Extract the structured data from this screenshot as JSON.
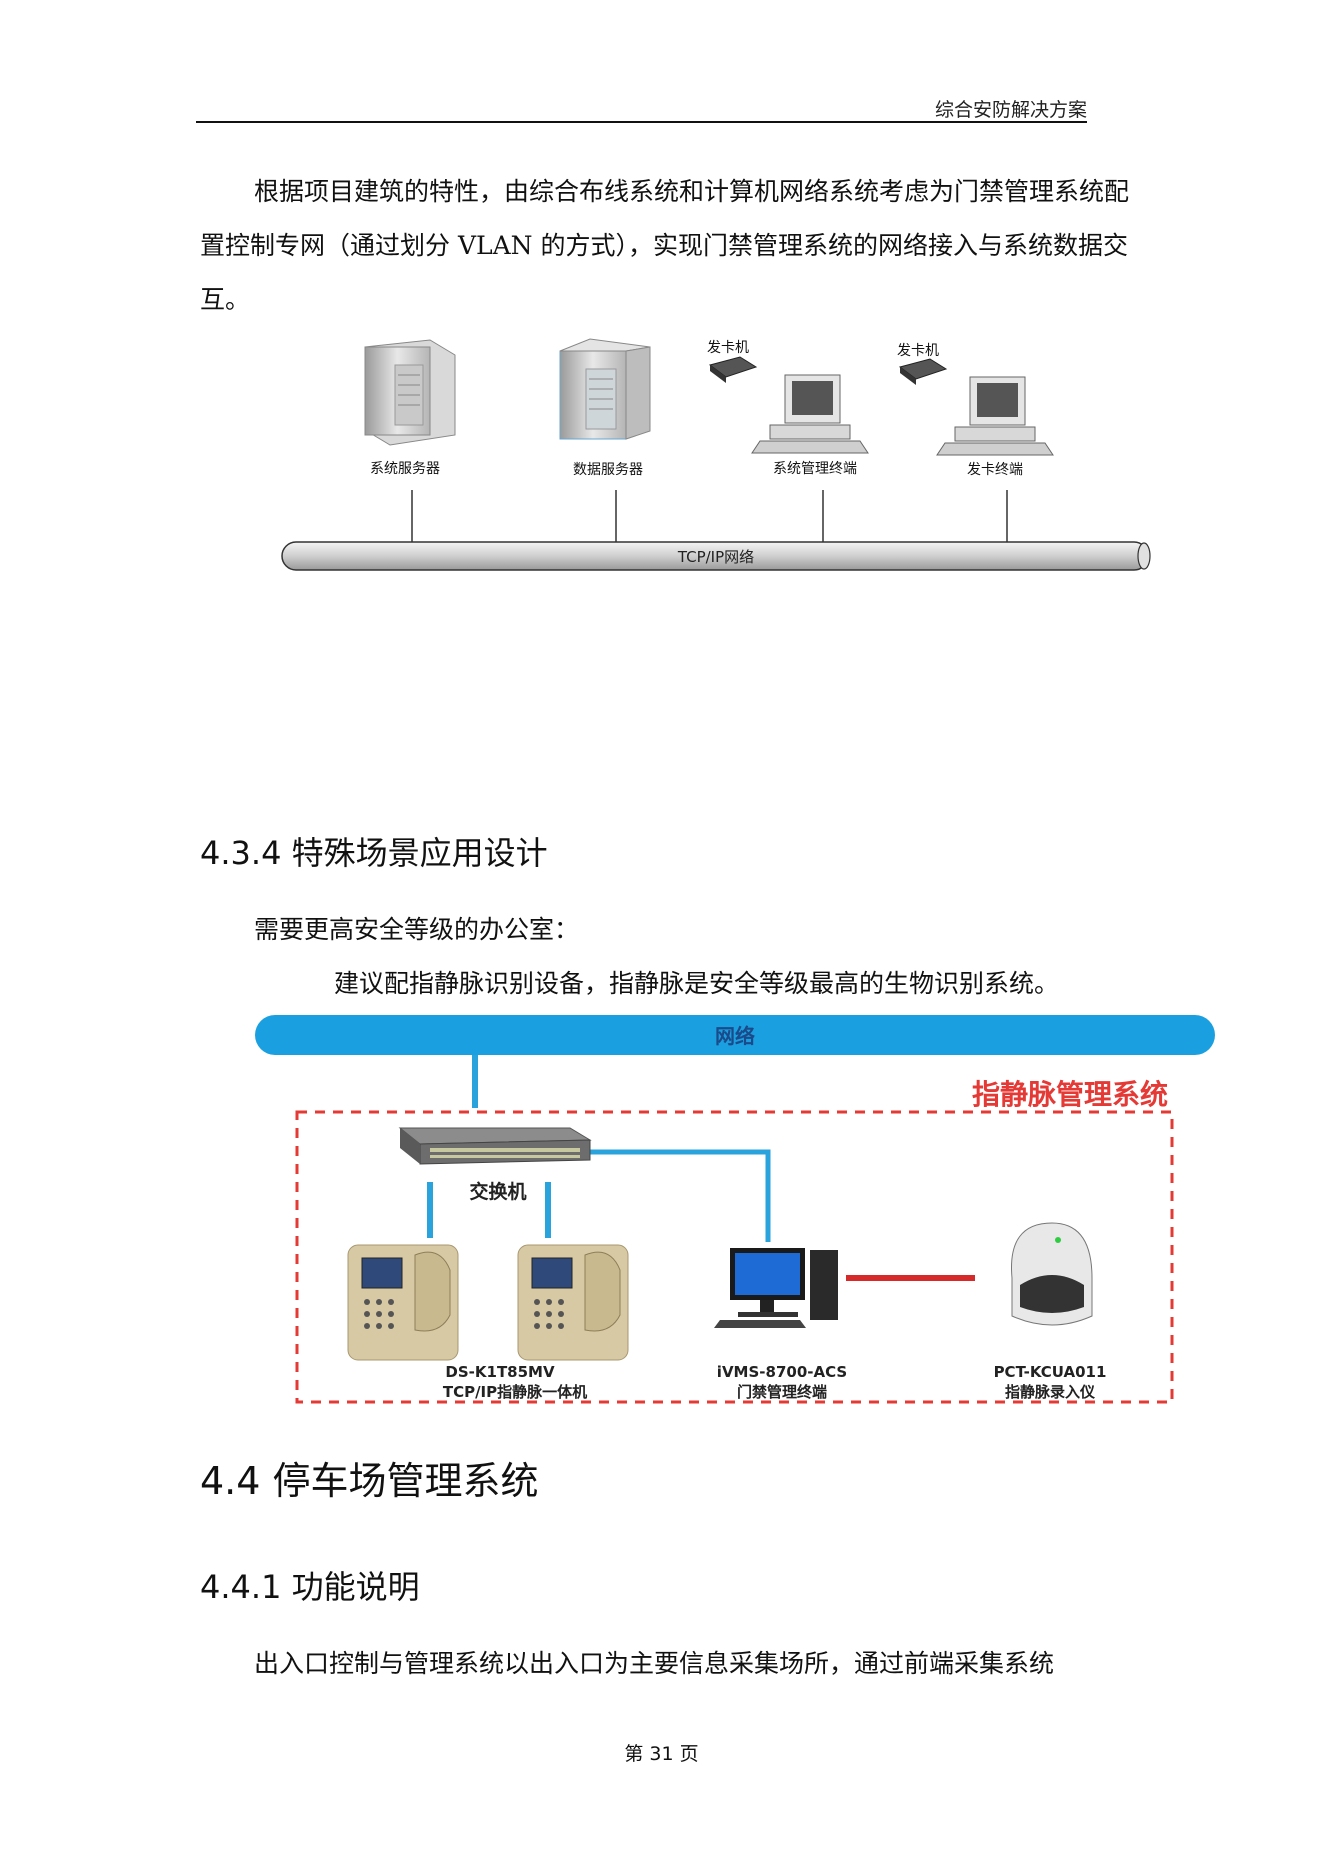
{
  "header": {
    "title": "综合安防解决方案"
  },
  "paragraphs": {
    "p1": "根据项目建筑的特性，由综合布线系统和计算机网络系统考虑为门禁管理系统配置控制专网（通过划分 VLAN 的方式），实现门禁管理系统的网络接入与系统数据交互。",
    "p2": "需要更高安全等级的办公室：",
    "p3": "建议配指静脉识别设备，指静脉是安全等级最高的生物识别系统。",
    "p4": "出入口控制与管理系统以出入口为主要信息采集场所，通过前端采集系统"
  },
  "headings": {
    "h434": "4.3.4 特殊场景应用设计",
    "h44": "4.4 停车场管理系统",
    "h441": "4.4.1 功能说明"
  },
  "diagram1": {
    "network_label": "TCP/IP网络",
    "nodes": [
      {
        "label": "系统服务器"
      },
      {
        "label": "数据服务器"
      },
      {
        "label": "系统管理终端",
        "device_label": "发卡机"
      },
      {
        "label": "发卡终端",
        "device_label": "发卡机"
      }
    ]
  },
  "diagram2": {
    "network_label": "网络",
    "system_title": "指静脉管理系统",
    "switch_label": "交换机",
    "devices": [
      {
        "model": "DS-K1T85MV",
        "desc": "TCP/IP指静脉一体机"
      },
      {
        "model": "iVMS-8700-ACS",
        "desc": "门禁管理终端"
      },
      {
        "model": "PCT-KCUA011",
        "desc": "指静脉录入仪"
      }
    ],
    "colors": {
      "network_bar": "#1aa0e0",
      "system_border": "#e53935",
      "link_blue": "#2aa3dd",
      "link_red": "#d62a2a"
    }
  },
  "footer": {
    "page": "第 31 页"
  }
}
